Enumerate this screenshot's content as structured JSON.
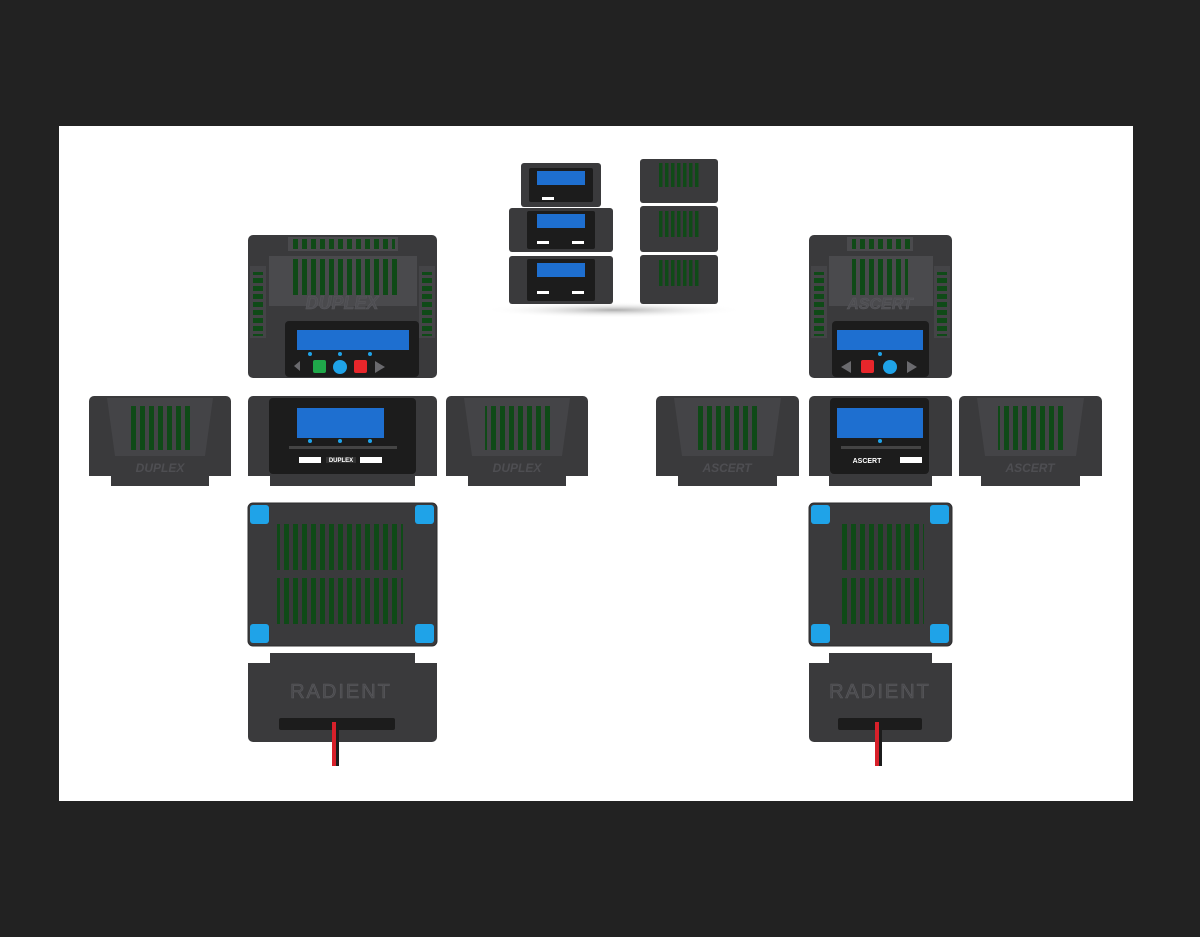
{
  "brands": {
    "duplex": "DUPLEX",
    "ascert": "ASCERT",
    "radient": "RADIENT"
  },
  "colors": {
    "page_bg": "#222222",
    "sheet_bg": "#ffffff",
    "body_dark": "#3a3a3c",
    "body_mid": "#4a4a4d",
    "panel_black": "#1c1c1c",
    "vent_green": "#0f4a17",
    "lcd_blue": "#1e6fd0",
    "led_blue": "#1fa3e8",
    "btn_green": "#1fa84a",
    "btn_red": "#e8262b",
    "wire_red": "#d8202a"
  },
  "icons": [
    "arrow-left-icon",
    "arrow-right-icon",
    "green-button-icon",
    "blue-button-icon",
    "red-button-icon"
  ]
}
